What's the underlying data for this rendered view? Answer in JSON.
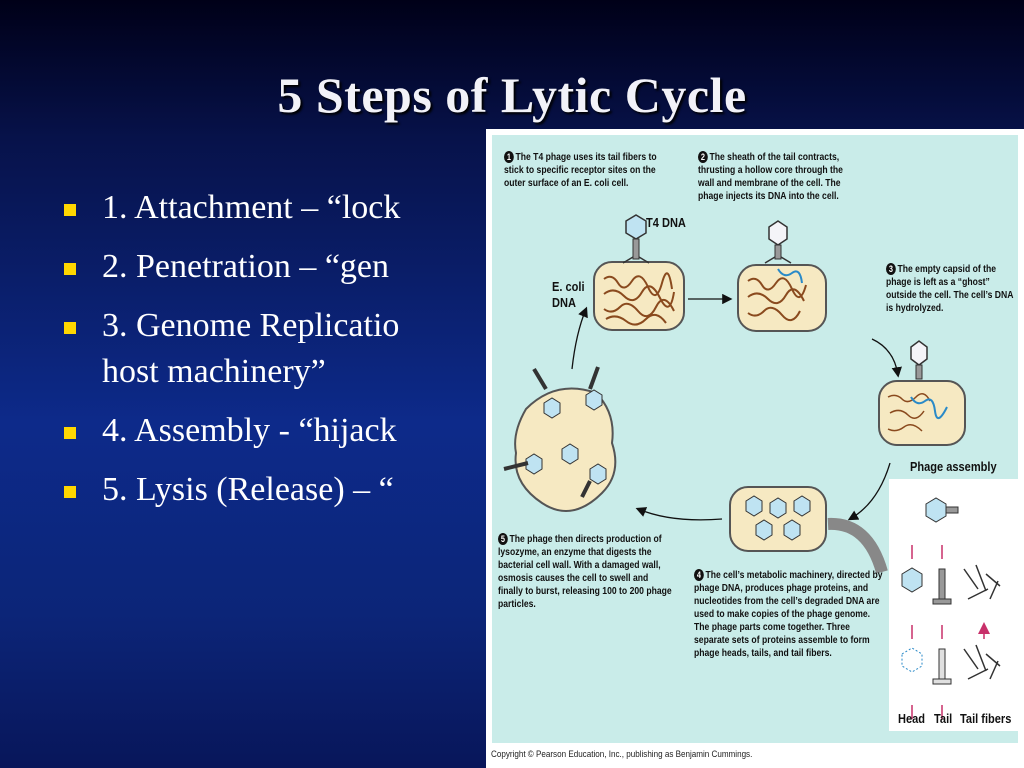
{
  "slide": {
    "title": "5 Steps of Lytic Cycle",
    "bullets": [
      {
        "line1": "1. Attachment – “lock",
        "line2": ""
      },
      {
        "line1": "2. Penetration – “gen",
        "line2": ""
      },
      {
        "line1": "3. Genome Replicatio",
        "line2": "host machinery”"
      },
      {
        "line1": "4. Assembly - “hijack",
        "line2": ""
      },
      {
        "line1": "5. Lysis (Release) – “",
        "line2": ""
      }
    ]
  },
  "figure": {
    "steps": [
      {
        "number": "1",
        "text": "The T4 phage uses its tail fibers to stick to specific receptor sites on the outer surface of an E. coli cell."
      },
      {
        "number": "2",
        "text": "The sheath of the tail contracts, thrusting a hollow core through the wall and membrane of the cell. The phage injects its DNA into the cell."
      },
      {
        "number": "3",
        "text": "The empty capsid of the phage is left as a “ghost” outside the cell. The cell’s DNA is hydrolyzed."
      },
      {
        "number": "4",
        "text": "The cell’s metabolic machinery, directed by phage DNA, produces phage proteins, and nucleotides from the cell’s degraded DNA are used to make copies of the phage genome. The phage parts come together. Three separate sets of proteins assemble to form phage heads, tails, and tail fibers."
      },
      {
        "number": "5",
        "text": "The phage then directs production of lysozyme, an enzyme that digests the bacterial cell wall. With a damaged wall, osmosis causes the cell to swell and finally to burst, releasing 100 to 200 phage particles."
      }
    ],
    "labels": {
      "t4_dna": "T4 DNA",
      "e_coli_dna_line1": "E. coli",
      "e_coli_dna_line2": "DNA",
      "phage_assembly": "Phage assembly",
      "head": "Head",
      "tail": "Tail",
      "tail_fibers": "Tail fibers"
    },
    "copyright": "Copyright © Pearson Education, Inc., publishing as Benjamin Cummings.",
    "colors": {
      "diagram_background": "#c9ece9",
      "cell_fill": "#f6e9c2",
      "dna_color": "#8a4a1e",
      "phage_head": "#bfe3f2",
      "arrow_pink": "#c8306a"
    }
  }
}
